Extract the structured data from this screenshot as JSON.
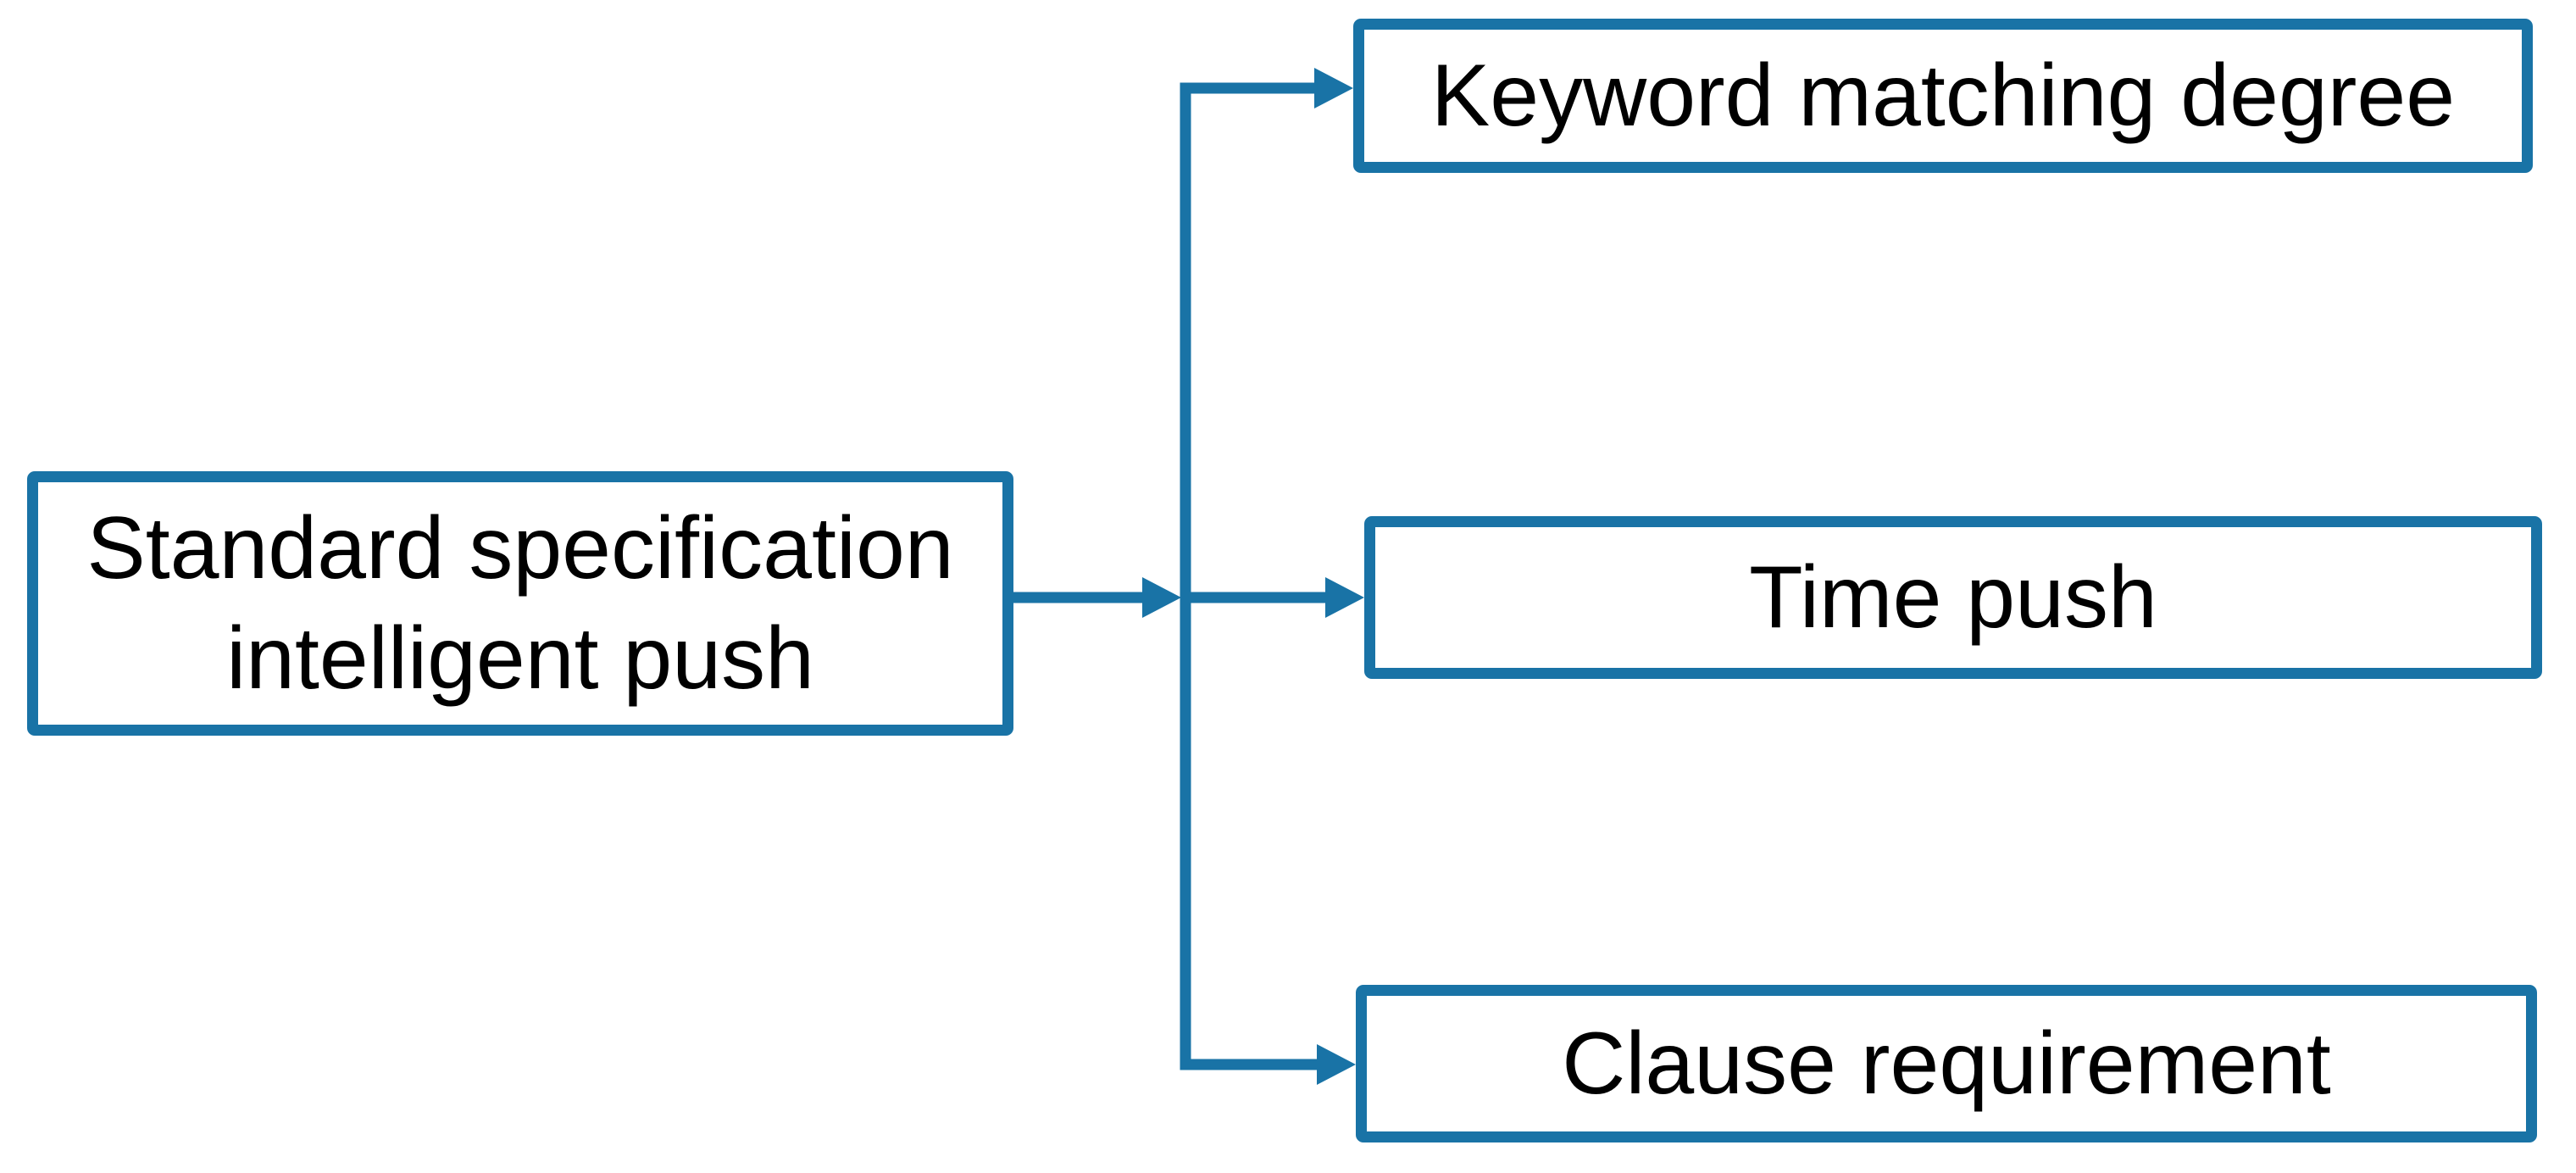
{
  "colors": {
    "accent": "#1973a6",
    "text": "#000000",
    "background": "#ffffff",
    "box_fill": "#ffffff"
  },
  "diagram": {
    "root": {
      "label": "Standard specification intelligent push",
      "lines": [
        "Standard specification",
        "intelligent push"
      ]
    },
    "children": [
      {
        "label": "Keyword matching degree"
      },
      {
        "label": "Time push"
      },
      {
        "label": "Clause requirement"
      }
    ]
  }
}
